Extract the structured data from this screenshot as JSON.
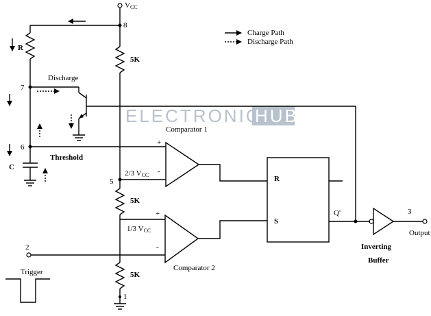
{
  "supply": {
    "label": "V",
    "sub": "CC"
  },
  "pins": {
    "p8": "8",
    "p7": "7",
    "p6": "6",
    "p5": "5",
    "p2": "2",
    "p1": "1",
    "p3": "3"
  },
  "legend": {
    "charge": "Charge Path",
    "discharge": "Discharge Path"
  },
  "components": {
    "r_top": "5K",
    "r_mid": "5K",
    "r_bot": "5K",
    "r_ext": "R",
    "cap": "C",
    "discharge": "Discharge",
    "threshold": "Threshold",
    "comp1": "Comparator 1",
    "comp2": "Comparator 2",
    "frac_23": "2/3 V",
    "frac_23_sub": "CC",
    "frac_13": "1/3 V",
    "frac_13_sub": "CC",
    "plus": "+",
    "minus": "-",
    "ff_r": "R",
    "ff_s": "S",
    "qbar": "Q'",
    "inv1": "Inverting",
    "inv2": "Buffer",
    "output": "Output",
    "trigger": "Trigger"
  },
  "watermark": {
    "left": "ELECTRONICS",
    "right": "HUB"
  },
  "colors": {
    "ink": "#000000",
    "watermark": "#b8c2cc",
    "watermark_box": "#b8c2cc"
  }
}
